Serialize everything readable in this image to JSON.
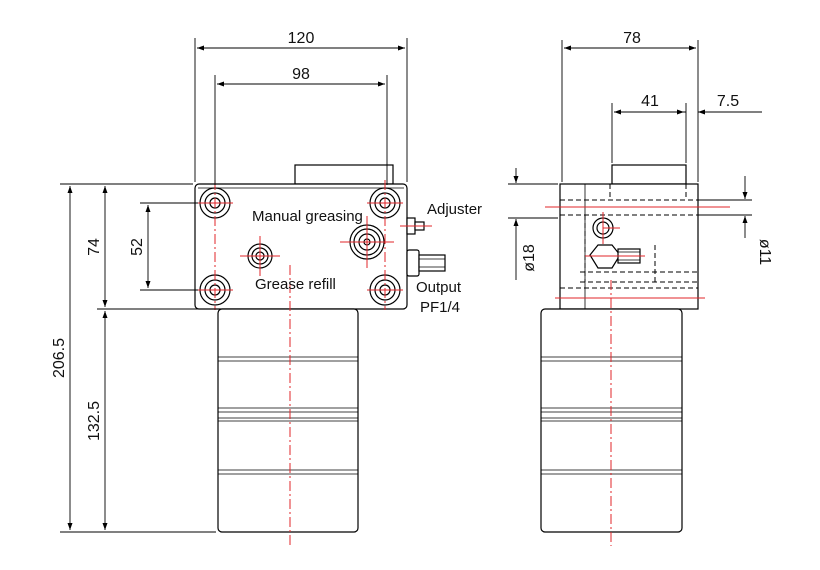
{
  "front_view": {
    "dim_width": "120",
    "dim_bolt_spacing": "98",
    "dim_block_height": "74",
    "dim_bolt_vertical": "52",
    "dim_total_height": "206.5",
    "dim_cylinder_height": "132.5",
    "label_manual": "Manual greasing",
    "label_refill": "Grease refill",
    "label_adjuster": "Adjuster",
    "label_output": "Output",
    "label_port": "PF1/4"
  },
  "side_view": {
    "dim_depth": "78",
    "dim_offset": "41",
    "dim_small": "7.5",
    "dim_dia18": "ø18",
    "dim_dia11": "ø11"
  },
  "colors": {
    "outline": "#000000",
    "centerline": "#e0262a"
  }
}
